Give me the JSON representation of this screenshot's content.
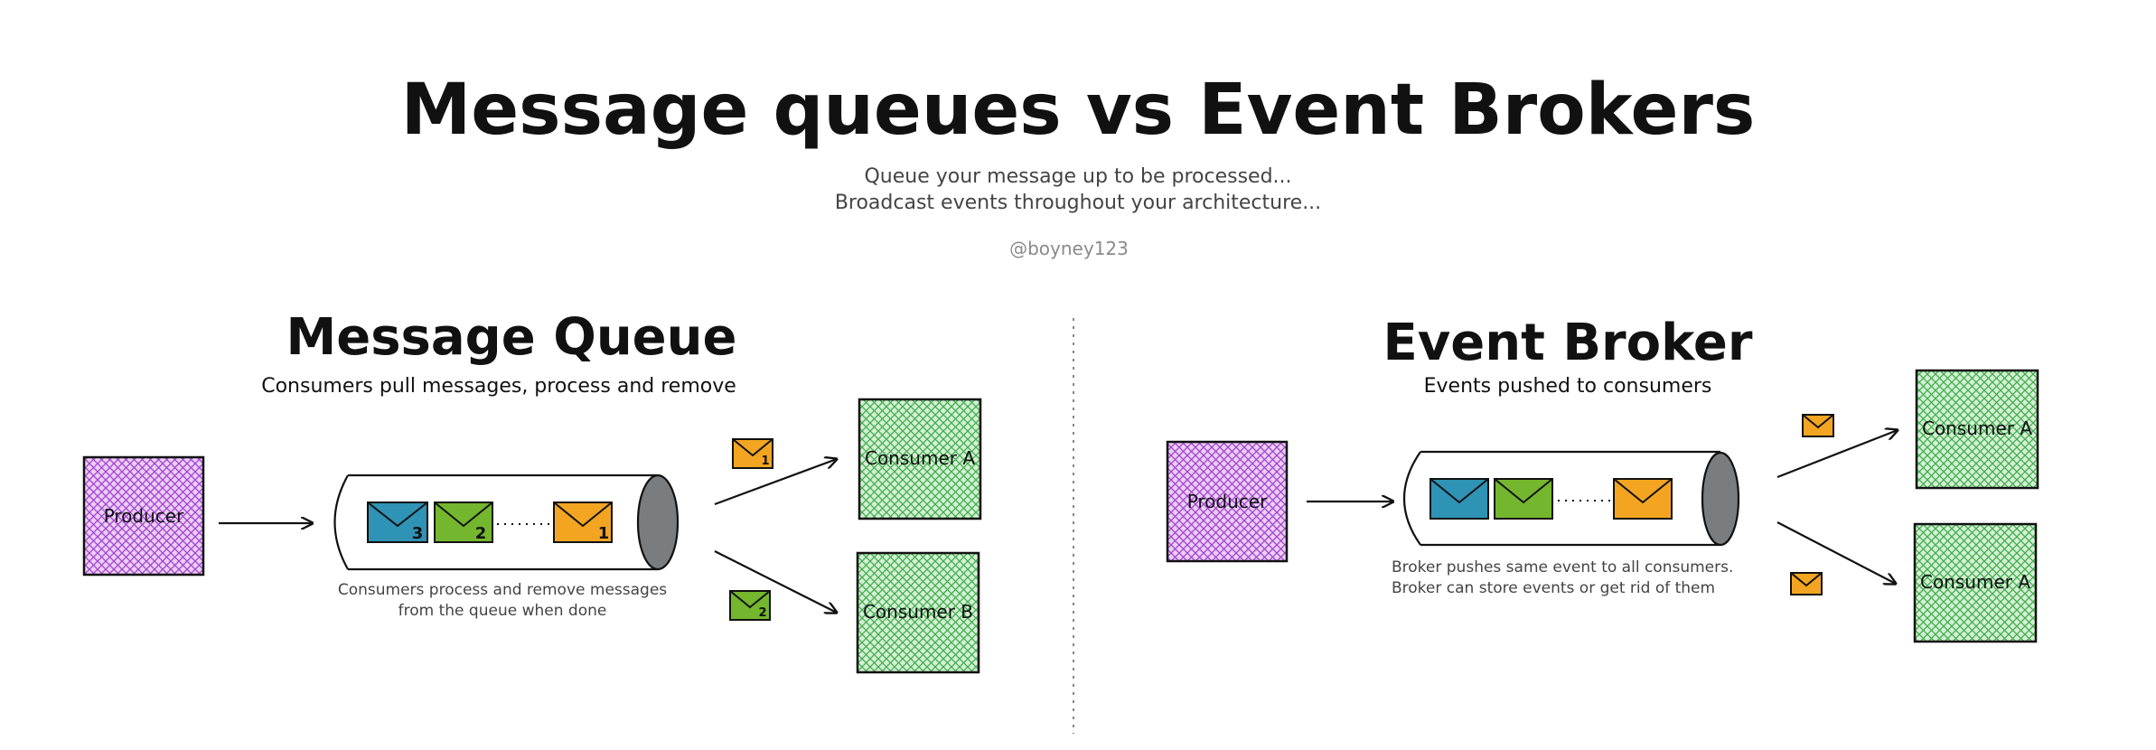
{
  "header": {
    "title": "Message queues vs Event Brokers",
    "subtitle_line1": "Queue your message up to be processed...",
    "subtitle_line2": "Broadcast events throughout your architecture...",
    "author": "@boyney123"
  },
  "message_queue": {
    "title": "Message Queue",
    "subtitle": "Consumers pull messages, process and remove",
    "producer_label": "Producer",
    "queue_messages": [
      {
        "number": "3",
        "color": "#2f93b5"
      },
      {
        "number": "2",
        "color": "#74b72e"
      },
      {
        "number": "1",
        "color": "#f3a521"
      }
    ],
    "caption_line1": "Consumers process and remove messages",
    "caption_line2": "from the queue when done",
    "out_messages": [
      {
        "number": "1",
        "color": "#f3a521"
      },
      {
        "number": "2",
        "color": "#74b72e"
      }
    ],
    "consumer_a_label": "Consumer A",
    "consumer_b_label": "Consumer B"
  },
  "event_broker": {
    "title": "Event Broker",
    "subtitle": "Events pushed to consumers",
    "producer_label": "Producer",
    "broker_messages": [
      {
        "color": "#2f93b5"
      },
      {
        "color": "#74b72e"
      },
      {
        "color": "#f3a521"
      }
    ],
    "caption_line1": "Broker pushes same event to all consumers.",
    "caption_line2": "Broker can store events or get rid of them",
    "consumer_top_label": "Consumer A",
    "consumer_bottom_label": "Consumer A"
  },
  "colors": {
    "producer_fill": "#b04fd6",
    "consumer_fill": "#4fb85a",
    "cylinder_cap": "#7a7d80",
    "ink": "#111111",
    "caption_ink": "#444444",
    "author_ink": "#8a8a8a"
  }
}
